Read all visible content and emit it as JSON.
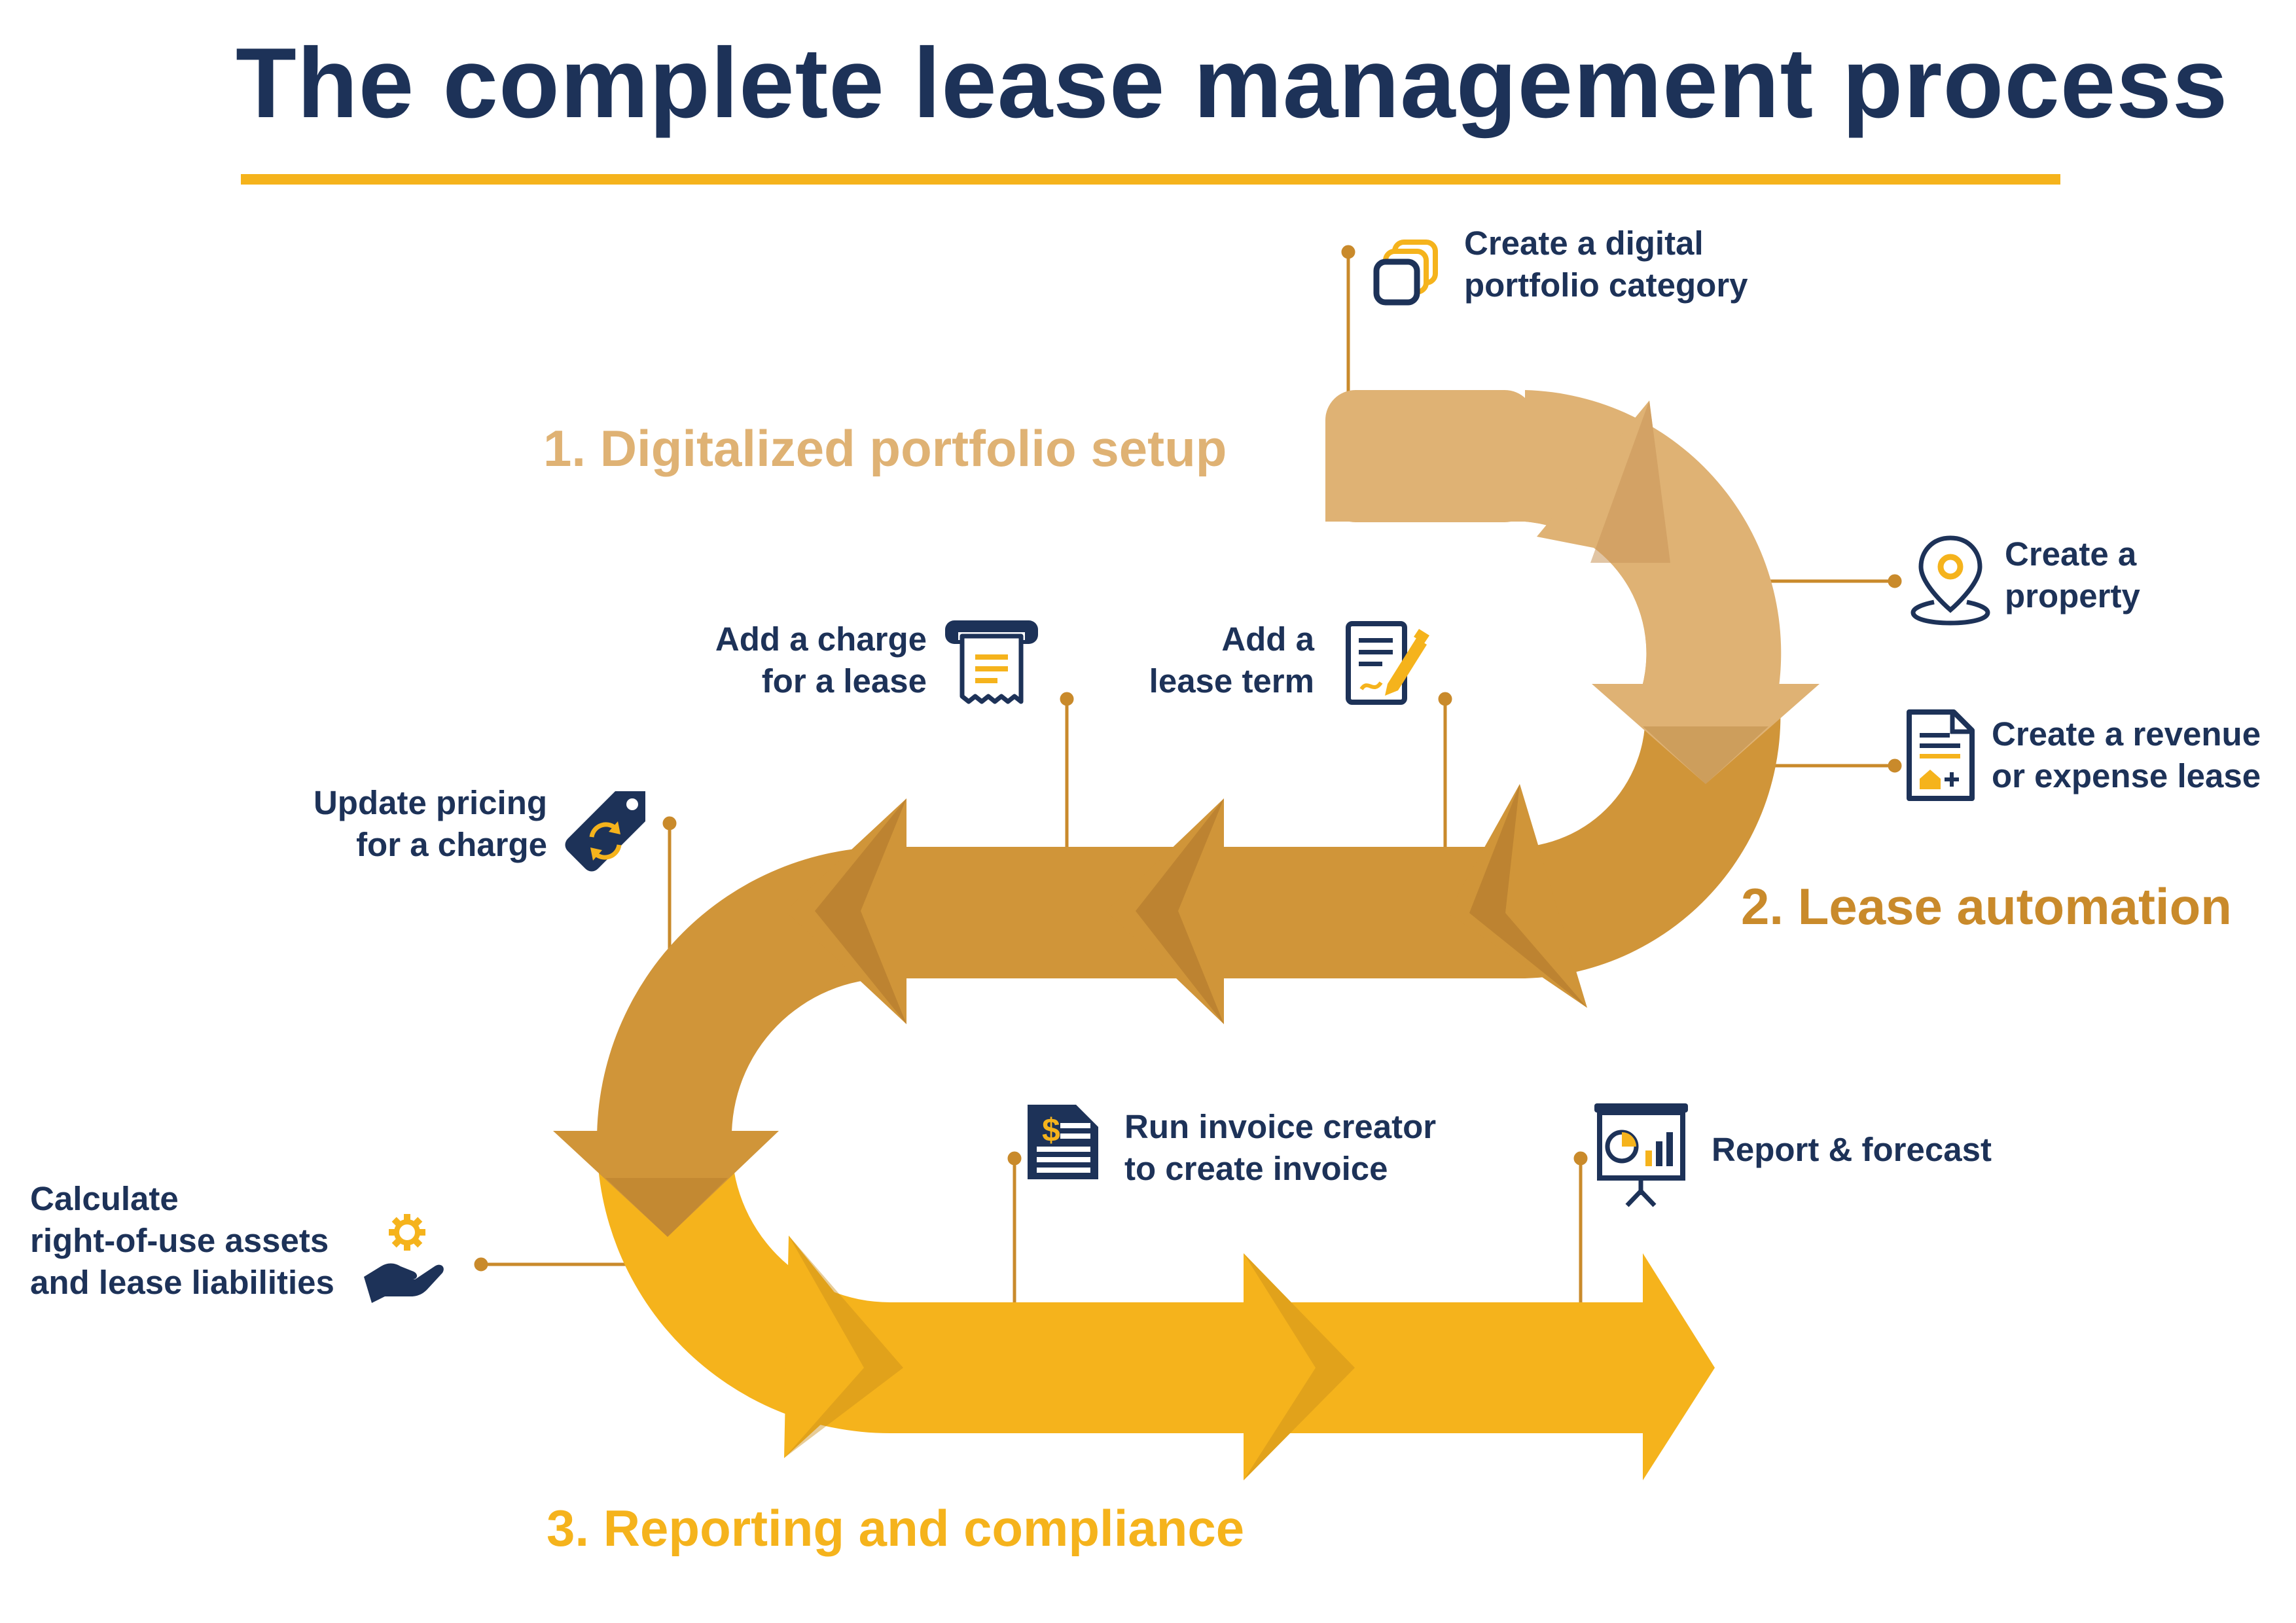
{
  "title": "The complete lease management process",
  "stages": [
    {
      "label": "1. Digitalized portfolio setup",
      "color": "#dfb274"
    },
    {
      "label": "2. Lease automation",
      "color": "#c98a2b"
    },
    {
      "label": "3. Reporting and compliance",
      "color": "#f5b31c"
    }
  ],
  "steps": {
    "create_category": {
      "lines": [
        "Create a digital",
        "portfolio category"
      ],
      "icon": "layers-icon"
    },
    "create_property": {
      "lines": [
        "Create a",
        "property"
      ],
      "icon": "location-pin-icon"
    },
    "create_lease": {
      "lines": [
        "Create a revenue",
        "or expense lease"
      ],
      "icon": "document-house-icon"
    },
    "add_lease_term": {
      "lines": [
        "Add a",
        "lease term"
      ],
      "icon": "document-pen-icon"
    },
    "add_charge": {
      "lines": [
        "Add a charge",
        "for a lease"
      ],
      "icon": "receipt-icon"
    },
    "update_pricing": {
      "lines": [
        "Update pricing",
        "for a charge"
      ],
      "icon": "price-tag-refresh-icon"
    },
    "calculate_rou": {
      "lines": [
        "Calculate",
        "right-of-use assets",
        "and lease liabilities"
      ],
      "icon": "hand-gear-icon"
    },
    "run_invoice": {
      "lines": [
        "Run invoice creator",
        "to create invoice"
      ],
      "icon": "invoice-dollar-icon"
    },
    "report_forecast": {
      "lines": [
        "Report & forecast"
      ],
      "icon": "presentation-chart-icon"
    }
  },
  "colors": {
    "navy": "#1d3258",
    "stage1": "#dfb274",
    "stage2": "#c98a2b",
    "stage2_arrow": "#d09539",
    "stage3": "#f5b31c",
    "connector": "#c98a2b"
  }
}
